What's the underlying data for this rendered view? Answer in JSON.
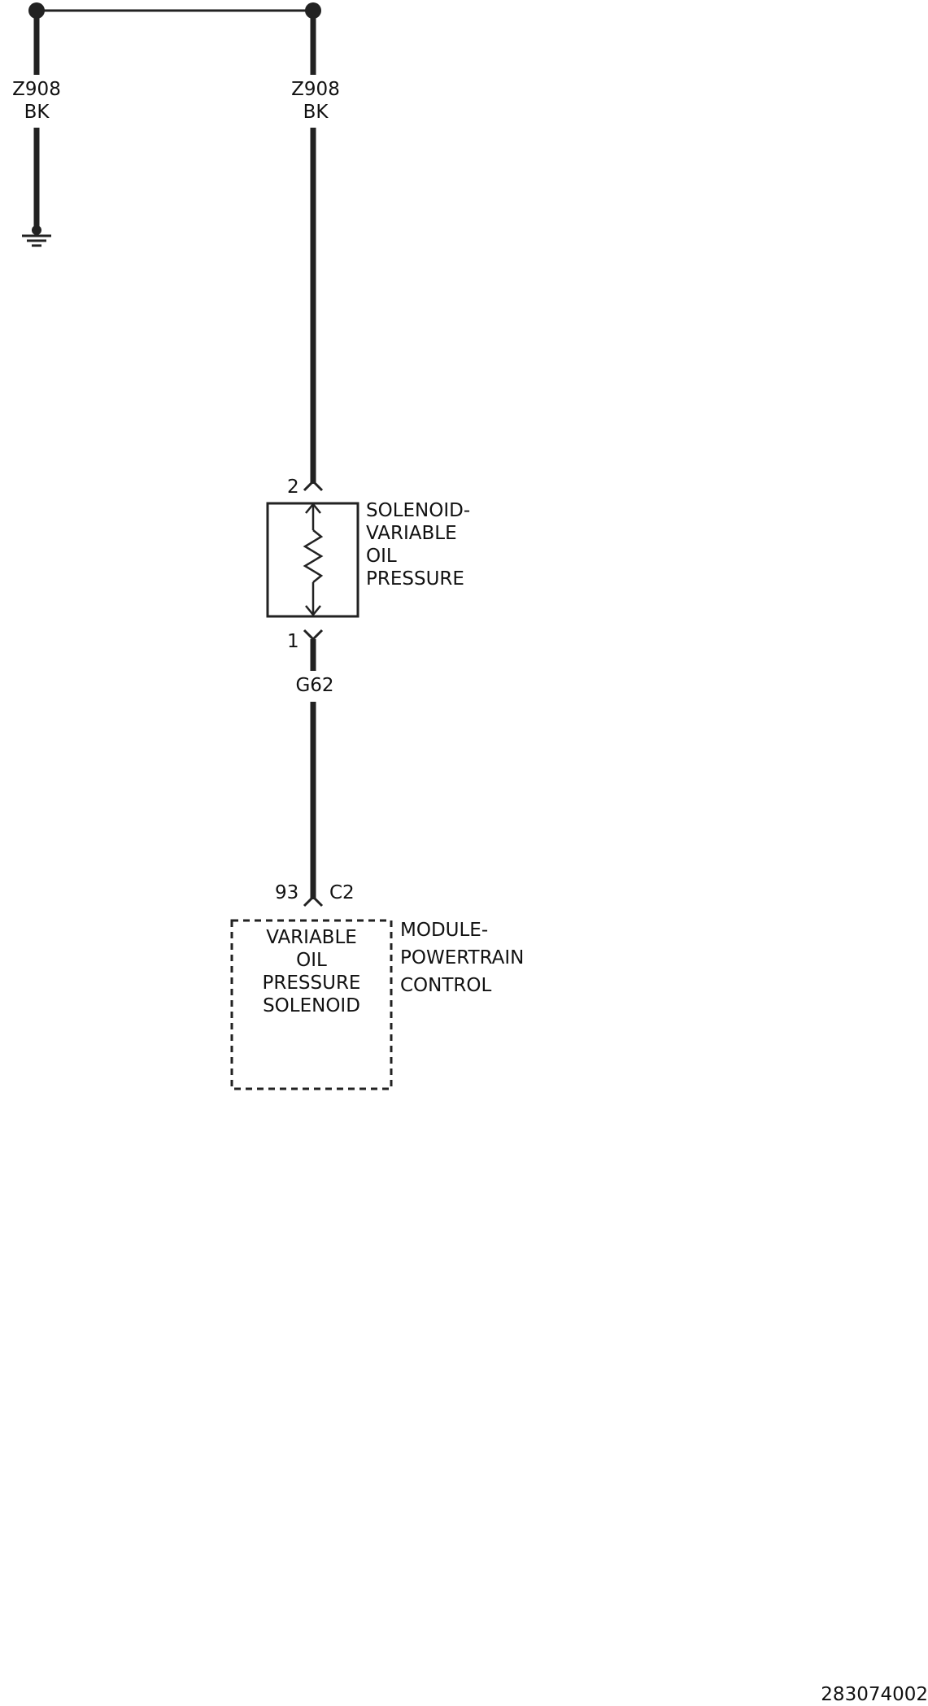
{
  "wires": {
    "left": {
      "code": "Z908",
      "color": "BK"
    },
    "right": {
      "code": "Z908",
      "color": "BK"
    },
    "lower": {
      "code": "G62"
    }
  },
  "solenoid": {
    "pin_top": "2",
    "pin_bottom": "1",
    "name_lines": [
      "SOLENOID-",
      "VARIABLE",
      "OIL",
      "PRESSURE"
    ]
  },
  "module": {
    "pin": "93",
    "connector": "C2",
    "inner_lines": [
      "VARIABLE",
      "OIL",
      "PRESSURE",
      "SOLENOID"
    ],
    "name_lines": [
      "MODULE-",
      "POWERTRAIN",
      "CONTROL"
    ]
  },
  "figure_id": "283074002",
  "colors": {
    "line": "#222222",
    "text": "#111111"
  }
}
